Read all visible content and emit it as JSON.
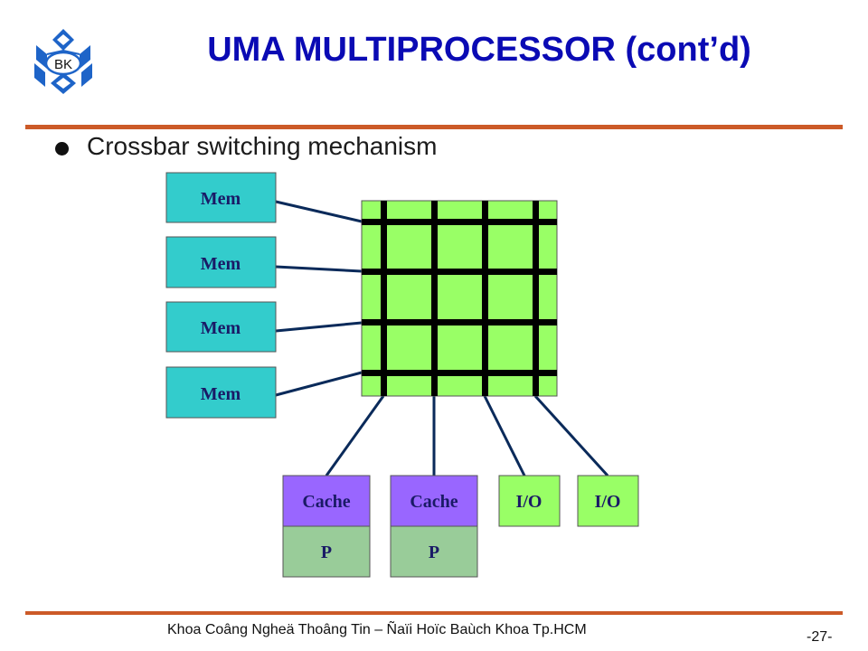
{
  "slide": {
    "title": "UMA MULTIPROCESSOR (cont’d)",
    "bullet": "Crossbar switching mechanism",
    "footer": "Khoa Coâng Ngheä Thoâng Tin – Ñaïi Hoïc Baùch Khoa Tp.HCM",
    "page_number": "-27-"
  },
  "logo": {
    "text": "BK"
  },
  "diagram": {
    "memories": [
      "Mem",
      "Mem",
      "Mem",
      "Mem"
    ],
    "devices": [
      {
        "top": "Cache",
        "bottom": "P"
      },
      {
        "top": "Cache",
        "bottom": "P"
      },
      {
        "top": "I/O"
      },
      {
        "top": "I/O"
      }
    ],
    "crossbar": {
      "rows": 4,
      "columns": 4
    }
  },
  "colors": {
    "title": "#0a0ab4",
    "rule": "#cc5a28",
    "memory_box": "#33cccc",
    "crossbar_fill": "#99ff66",
    "cache_box": "#9966ff",
    "processor_box": "#99cc99",
    "io_box": "#99ff66",
    "connector": "#0a2a5a",
    "logo_blue": "#1e64c8"
  }
}
